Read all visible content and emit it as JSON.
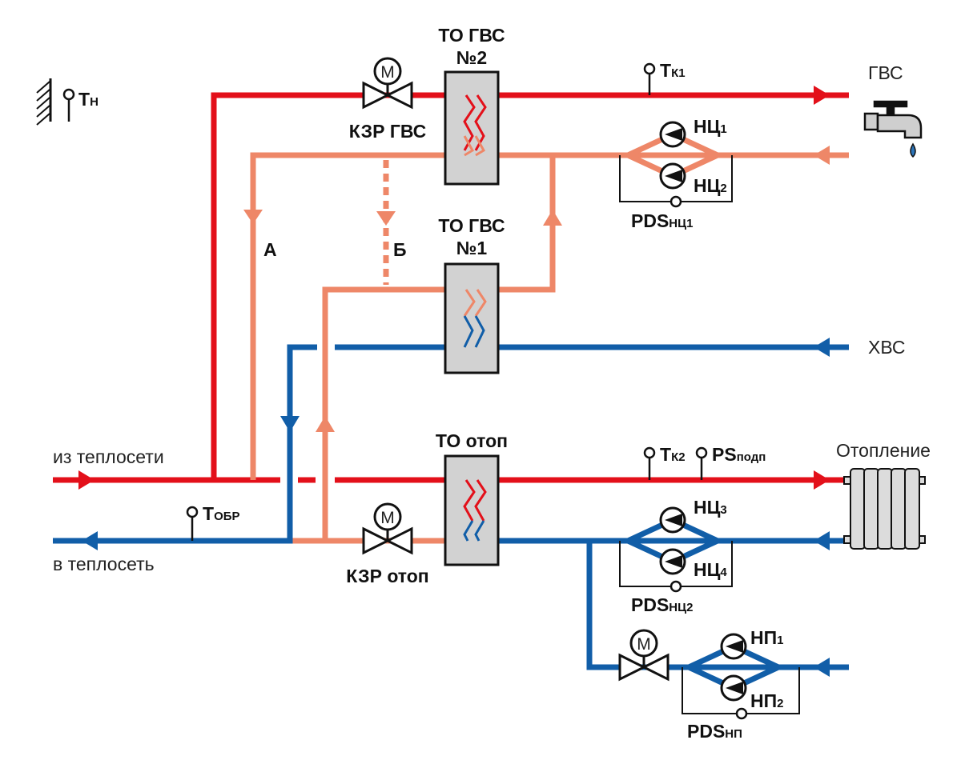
{
  "colors": {
    "supply": "#e3101a",
    "return_dhw": "#ee8768",
    "cold": "#115ea8",
    "hx_fill": "#d2d2d2",
    "dark": "#111111",
    "radiator": "#dcdcdc"
  },
  "labels": {
    "outdoor_sensor": {
      "main": "Т",
      "sub": "Н"
    },
    "hx_dhw2_line1": "ТО ГВС",
    "hx_dhw2_line2": "№2",
    "hx_dhw1_line1": "ТО ГВС",
    "hx_dhw1_line2": "№1",
    "hx_heat": "ТО отоп",
    "valve_dhw": "КЗР ГВС",
    "valve_heat": "КЗР отоп",
    "motor_symbol": "M",
    "sensor_tk1": {
      "main": "Т",
      "sub": "К1"
    },
    "sensor_tk2": {
      "main": "Т",
      "sub": "К2"
    },
    "sensor_ps": {
      "main": "PS",
      "sub": "подп"
    },
    "sensor_tobr": {
      "main": "Т",
      "sub": "ОБР"
    },
    "gvs": "ГВС",
    "hvs": "ХВС",
    "heating": "Отопление",
    "from_network": "из теплосети",
    "to_network": "в теплосеть",
    "route_a": "А",
    "route_b": "Б",
    "pump_nc1": {
      "main": "НЦ",
      "sub": "1"
    },
    "pump_nc2": {
      "main": "НЦ",
      "sub": "2"
    },
    "pump_nc3": {
      "main": "НЦ",
      "sub": "3"
    },
    "pump_nc4": {
      "main": "НЦ",
      "sub": "4"
    },
    "pump_np1": {
      "main": "НП",
      "sub": "1"
    },
    "pump_np2": {
      "main": "НП",
      "sub": "2"
    },
    "pds_nc1": {
      "main": "PDS",
      "sub": "НЦ1"
    },
    "pds_nc2": {
      "main": "PDS",
      "sub": "НЦ2"
    },
    "pds_np": {
      "main": "PDS",
      "sub": "НП"
    }
  },
  "icons": [
    "outdoor-wall-sensor-icon",
    "faucet-icon",
    "radiator-icon",
    "motorized-valve-icon",
    "pump-icon",
    "pressure-switch-icon",
    "temperature-sensor-icon"
  ]
}
